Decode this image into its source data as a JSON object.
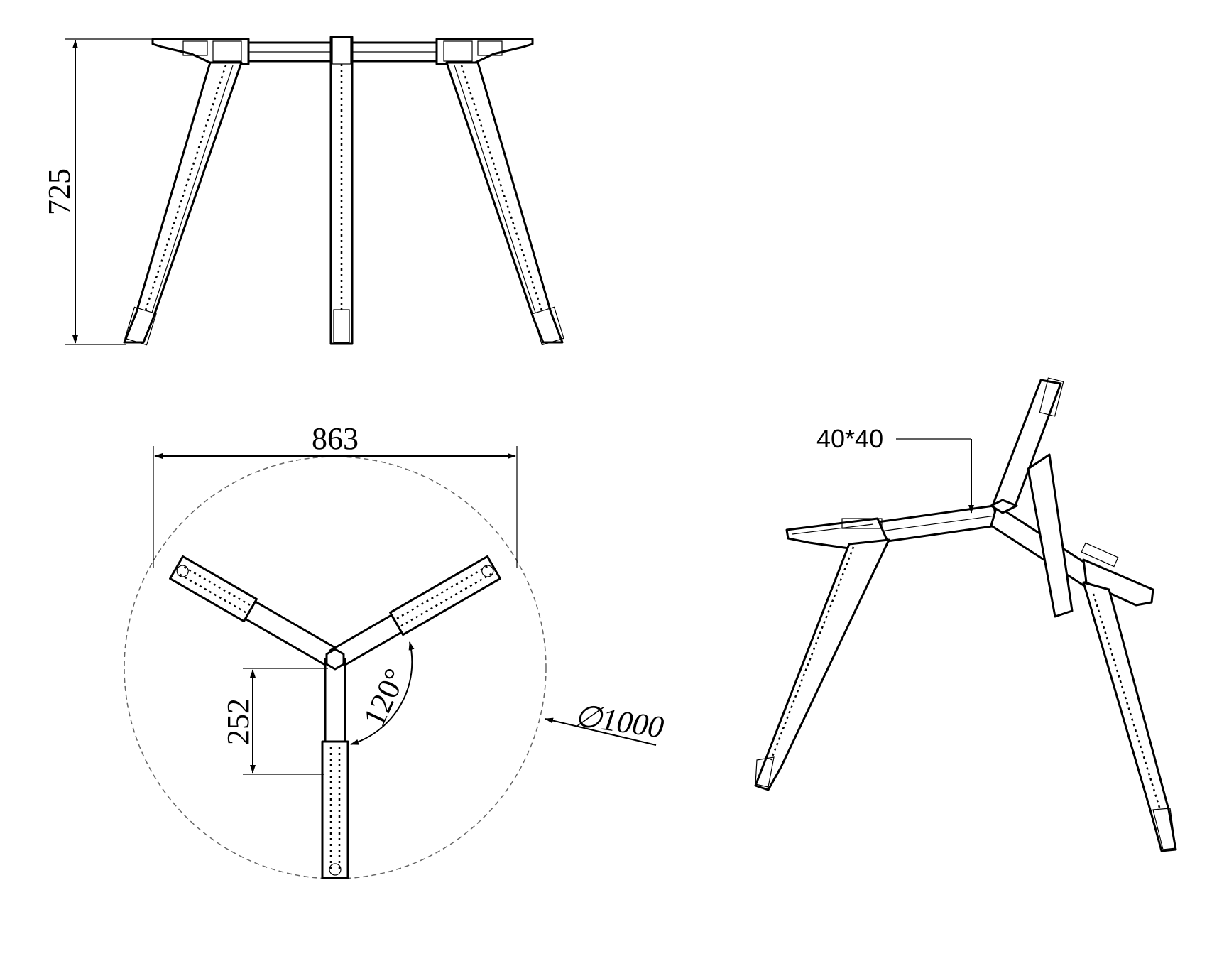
{
  "dimensions": {
    "height": "725",
    "width": "863",
    "hub_offset": "252",
    "angle": "120°",
    "top_diameter": "∅1000",
    "tube_section": "40*40"
  }
}
